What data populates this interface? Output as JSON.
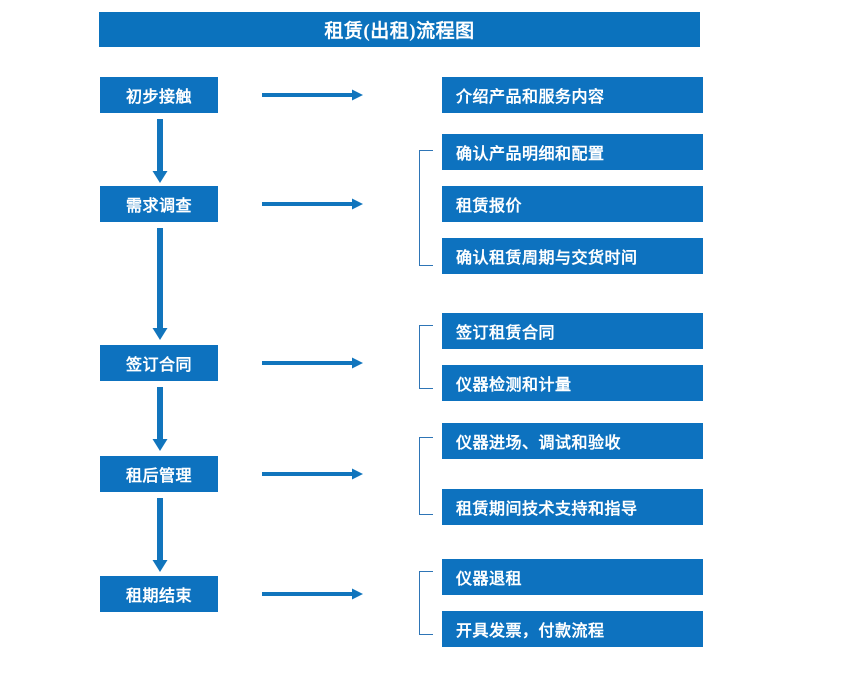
{
  "diagram": {
    "title": "租赁(出租)流程图",
    "accent_color": "#0d72bf",
    "title_bar_color": "#0b72bd",
    "bracket_color": "#2e75b6",
    "arrow_color": "#1175bd",
    "text_color": "#ffffff",
    "background_color": "#ffffff",
    "stages": [
      {
        "id": "initial-contact",
        "label": "初步接触",
        "details": [
          "介绍产品和服务内容"
        ],
        "bracketed": false
      },
      {
        "id": "needs-survey",
        "label": "需求调查",
        "details": [
          "确认产品明细和配置",
          "租赁报价",
          "确认租赁周期与交货时间"
        ],
        "bracketed": true
      },
      {
        "id": "sign-contract",
        "label": "签订合同",
        "details": [
          "签订租赁合同",
          "仪器检测和计量"
        ],
        "bracketed": true
      },
      {
        "id": "post-lease-management",
        "label": "租后管理",
        "details": [
          "仪器进场、调试和验收",
          "租赁期间技术支持和指导"
        ],
        "bracketed": true
      },
      {
        "id": "lease-end",
        "label": "租期结束",
        "details": [
          "仪器退租",
          "开具发票，付款流程"
        ],
        "bracketed": true
      }
    ]
  }
}
